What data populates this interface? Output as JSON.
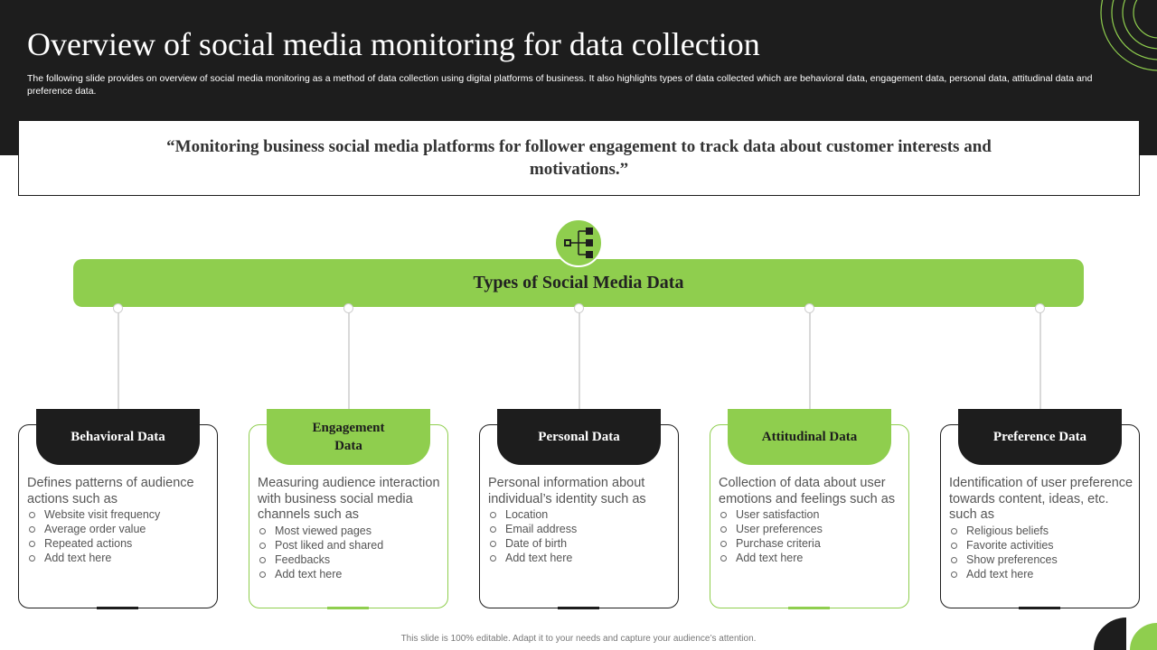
{
  "slide": {
    "title": "Overview of social media monitoring for data collection",
    "subtitle": "The following slide provides on overview of social media monitoring as a method of data collection using digital platforms of business. It also highlights types of data collected which are behavioral data, engagement data, personal data, attitudinal data and preference data.",
    "quote": "“Monitoring business social media platforms for follower engagement to track data about customer interests and motivations.”",
    "hub_title": "Types of Social Media Data",
    "footer": "This slide is 100% editable. Adapt it to your needs and capture your audience’s attention."
  },
  "icons": {
    "hub": "hierarchy-tree-icon",
    "bullet": "hollow-circle-bullet-icon"
  },
  "colors": {
    "dark": "#1d1d1d",
    "accent_green": "#8fce4e",
    "text_gray": "#555555"
  },
  "cards": [
    {
      "title": "Behavioral Data",
      "theme": "dark",
      "intro": "Defines patterns of audience actions such as",
      "items": [
        "Website visit frequency",
        "Average order value",
        "Repeated actions",
        "Add text here"
      ]
    },
    {
      "title": "Engagement Data",
      "theme": "green",
      "intro": "Measuring audience interaction with business social media channels such as",
      "items": [
        "Most viewed pages",
        "Post liked and shared",
        "Feedbacks",
        "Add text here"
      ]
    },
    {
      "title": "Personal Data",
      "theme": "dark",
      "intro": "Personal information about individual’s identity such as",
      "items": [
        "Location",
        "Email address",
        "Date of birth",
        "Add text here"
      ]
    },
    {
      "title": "Attitudinal Data",
      "theme": "green",
      "intro": "Collection of data about user emotions and feelings such as",
      "items": [
        "User satisfaction",
        "User preferences",
        "Purchase criteria",
        "Add text here"
      ]
    },
    {
      "title": "Preference Data",
      "theme": "dark",
      "intro": "Identification of user preference towards content, ideas, etc. such as",
      "items": [
        "Religious beliefs",
        "Favorite activities",
        "Show preferences",
        "Add text here"
      ]
    }
  ]
}
